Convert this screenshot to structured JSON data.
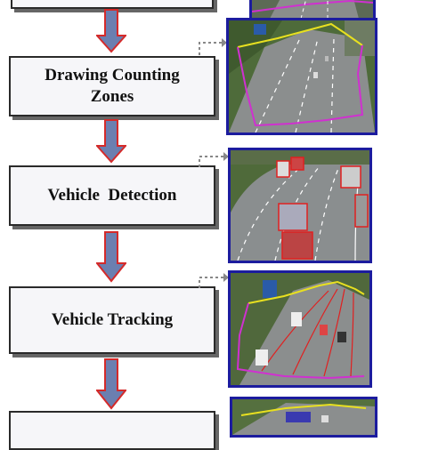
{
  "stages": [
    {
      "label": ""
    },
    {
      "label": "Drawing Counting Zones"
    },
    {
      "label": "Vehicle  Detection"
    },
    {
      "label": "Vehicle Tracking"
    },
    {
      "label": ""
    }
  ],
  "colors": {
    "box_border": "#2a2a2a",
    "box_fill": "#f6f6f9",
    "arrow_fill": "#6b7fb0",
    "arrow_stroke": "#d42a2a",
    "thumb_border": "#1c1c9e",
    "zone_yellow": "#e8e020",
    "zone_magenta": "#d030d0",
    "detection_red": "#e02020"
  },
  "thumbnails": [
    {
      "name": "top-partial-road-image"
    },
    {
      "name": "counting-zones-road-image"
    },
    {
      "name": "detection-road-image"
    },
    {
      "name": "tracking-road-image"
    },
    {
      "name": "bottom-partial-road-image"
    }
  ]
}
